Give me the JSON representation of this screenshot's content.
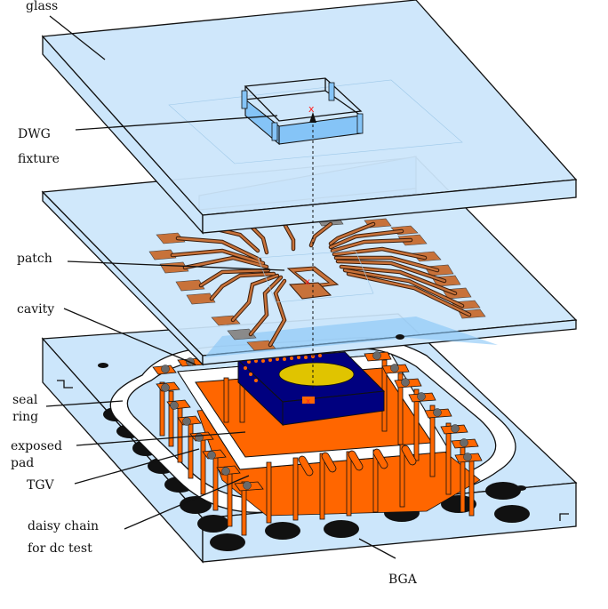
{
  "figure": {
    "title": "Exploded view of glass package with DWG fixture",
    "colors": {
      "glass": "#cce6fb",
      "glass_dark": "#85c4f7",
      "copper": "#c8723a",
      "orange": "#ff6600",
      "chip": "#00007f",
      "disk": "#e0c400",
      "ball": "#606060",
      "marker": "#ff2020"
    },
    "labels": {
      "glass": "glass",
      "dwg": "DWG",
      "fixture": "fixture",
      "patch": "patch",
      "cavity": "cavity",
      "seal": "seal",
      "ring": "ring",
      "exposed": "exposed",
      "pad": "pad",
      "tgv": "TGV",
      "daisy": "daisy chain",
      "dctest": "for dc test",
      "bga": "BGA"
    },
    "markers": {
      "origin": "x"
    }
  }
}
